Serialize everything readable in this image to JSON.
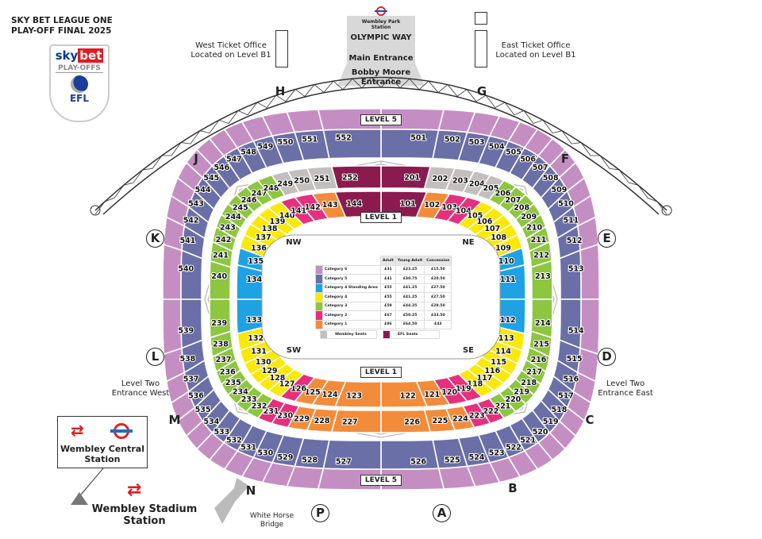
{
  "title": [
    "SKY BET LEAGUE ONE",
    "PLAY-OFF FINAL 2025"
  ],
  "logo": {
    "sky": "sky",
    "bet": "bet",
    "playoffs": "PLAY-OFFS",
    "efl": "EFL"
  },
  "top": {
    "station": "Wembley Park Station",
    "olympic_way": "OLYMPIC WAY",
    "main_entrance": "Main Entrance",
    "bobby_moore": "Bobby Moore Entrance",
    "west_ticket": "West Ticket Office Located on Level B1",
    "east_ticket": "East Ticket Office Located on Level B1"
  },
  "side": {
    "west_entrance": "Level Two Entrance West",
    "east_entrance": "Level Two Entrance East",
    "wembley_central": "Wembley Central Station",
    "wembley_stadium": "Wembley Stadium Station",
    "white_horse": "White Horse Bridge"
  },
  "gates": [
    "H",
    "G",
    "J",
    "F",
    "K",
    "E",
    "L",
    "D",
    "M",
    "C",
    "N",
    "B",
    "P",
    "A"
  ],
  "level_labels": {
    "level5": "LEVEL 5",
    "level1": "LEVEL 1"
  },
  "corners": {
    "nw": "NW",
    "ne": "NE",
    "sw": "SW",
    "se": "SE"
  },
  "colors": {
    "cat6": "#c58ec3",
    "cat5": "#6b6fa7",
    "cat4s": "#1ea2e4",
    "cat4": "#fbe900",
    "cat3": "#8dc63f",
    "cat2": "#e5307e",
    "cat1": "#f28c3a",
    "wembley": "#c3bfbf",
    "efl": "#8b1a4e"
  },
  "level5": {
    "sections": [
      "501",
      "502",
      "503",
      "504",
      "505",
      "506",
      "507",
      "508",
      "509",
      "510",
      "511",
      "512",
      "513",
      "514",
      "515",
      "516",
      "517",
      "518",
      "519",
      "520",
      "521",
      "522",
      "523",
      "524",
      "525",
      "526",
      "527",
      "528",
      "529",
      "530",
      "531",
      "532",
      "533",
      "534",
      "535",
      "536",
      "537",
      "538",
      "539",
      "540",
      "541",
      "542",
      "543",
      "544",
      "545",
      "546",
      "547",
      "548",
      "549",
      "550",
      "551",
      "552"
    ]
  },
  "level2": {
    "sections": [
      "201",
      "202",
      "203",
      "204",
      "205",
      "206",
      "207",
      "208",
      "209",
      "210",
      "211",
      "212",
      "213",
      "214",
      "215",
      "216",
      "217",
      "218",
      "219",
      "220",
      "221",
      "222",
      "223",
      "224",
      "225",
      "226",
      "227",
      "228",
      "229",
      "230",
      "231",
      "232",
      "233",
      "234",
      "235",
      "236",
      "237",
      "238",
      "239",
      "240",
      "241",
      "242",
      "243",
      "244",
      "245",
      "246",
      "247",
      "248",
      "249",
      "250",
      "251",
      "252"
    ],
    "categories": [
      "efl",
      "wembley",
      "wembley",
      "wembley",
      "wembley",
      "cat3",
      "cat3",
      "cat3",
      "cat3",
      "cat3",
      "cat3",
      "cat3",
      "cat3",
      "cat3",
      "cat3",
      "cat3",
      "cat3",
      "cat3",
      "cat3",
      "cat3",
      "cat3",
      "cat2",
      "cat2",
      "cat1",
      "cat1",
      "cat1",
      "cat1",
      "cat1",
      "cat1",
      "cat2",
      "cat2",
      "cat3",
      "cat3",
      "cat3",
      "cat3",
      "cat3",
      "cat3",
      "cat3",
      "cat3",
      "cat3",
      "cat3",
      "cat3",
      "cat3",
      "cat3",
      "cat3",
      "cat3",
      "cat3",
      "cat3",
      "wembley",
      "wembley",
      "wembley",
      "efl"
    ]
  },
  "level1": {
    "sections": [
      "101",
      "102",
      "103",
      "104",
      "105",
      "106",
      "107",
      "108",
      "109",
      "110",
      "111",
      "112",
      "113",
      "114",
      "115",
      "116",
      "117",
      "118",
      "119",
      "120",
      "121",
      "122",
      "123",
      "124",
      "125",
      "126",
      "127",
      "128",
      "129",
      "130",
      "131",
      "132",
      "133",
      "134",
      "135",
      "136",
      "137",
      "138",
      "139",
      "140",
      "141",
      "142",
      "143",
      "144"
    ],
    "categories": [
      "efl",
      "cat1",
      "cat2",
      "cat2",
      "cat4",
      "cat4",
      "cat4",
      "cat4",
      "cat4",
      "cat4s",
      "cat4s",
      "cat4s",
      "cat4",
      "cat4",
      "cat4",
      "cat4",
      "cat4",
      "cat4",
      "cat2",
      "cat2",
      "cat1",
      "cat1",
      "cat1",
      "cat1",
      "cat1",
      "cat2",
      "cat4",
      "cat4",
      "cat4",
      "cat4",
      "cat4",
      "cat4",
      "cat4s",
      "cat4s",
      "cat4s",
      "cat4",
      "cat4",
      "cat4",
      "cat4",
      "cat4",
      "cat2",
      "cat2",
      "cat1",
      "efl"
    ]
  },
  "price_table": {
    "headers": [
      "Adult",
      "Young Adult",
      "Concession"
    ],
    "rows": [
      {
        "name": "Category 6",
        "color": "#c58ec3",
        "prices": [
          "£31",
          "£23.25",
          "£15.50"
        ]
      },
      {
        "name": "Category 5",
        "color": "#6b6fa7",
        "prices": [
          "£41",
          "£30.75",
          "£20.50"
        ]
      },
      {
        "name": "Category 4 Standing Area",
        "color": "#1ea2e4",
        "prices": [
          "£55",
          "£41.25",
          "£27.50"
        ]
      },
      {
        "name": "Category 4",
        "color": "#fbe900",
        "prices": [
          "£55",
          "£41.25",
          "£27.50"
        ]
      },
      {
        "name": "Category 3",
        "color": "#8dc63f",
        "prices": [
          "£59",
          "£44.25",
          "£29.50"
        ]
      },
      {
        "name": "Category 2",
        "color": "#e5307e",
        "prices": [
          "£67",
          "£50.25",
          "£33.50"
        ]
      },
      {
        "name": "Category 1",
        "color": "#f28c3a",
        "prices": [
          "£86",
          "£64.50",
          "£43"
        ]
      }
    ],
    "legend": [
      {
        "name": "Wembley Seats",
        "color": "#c3bfbf"
      },
      {
        "name": "EFL Seats",
        "color": "#8b1a4e"
      }
    ]
  }
}
